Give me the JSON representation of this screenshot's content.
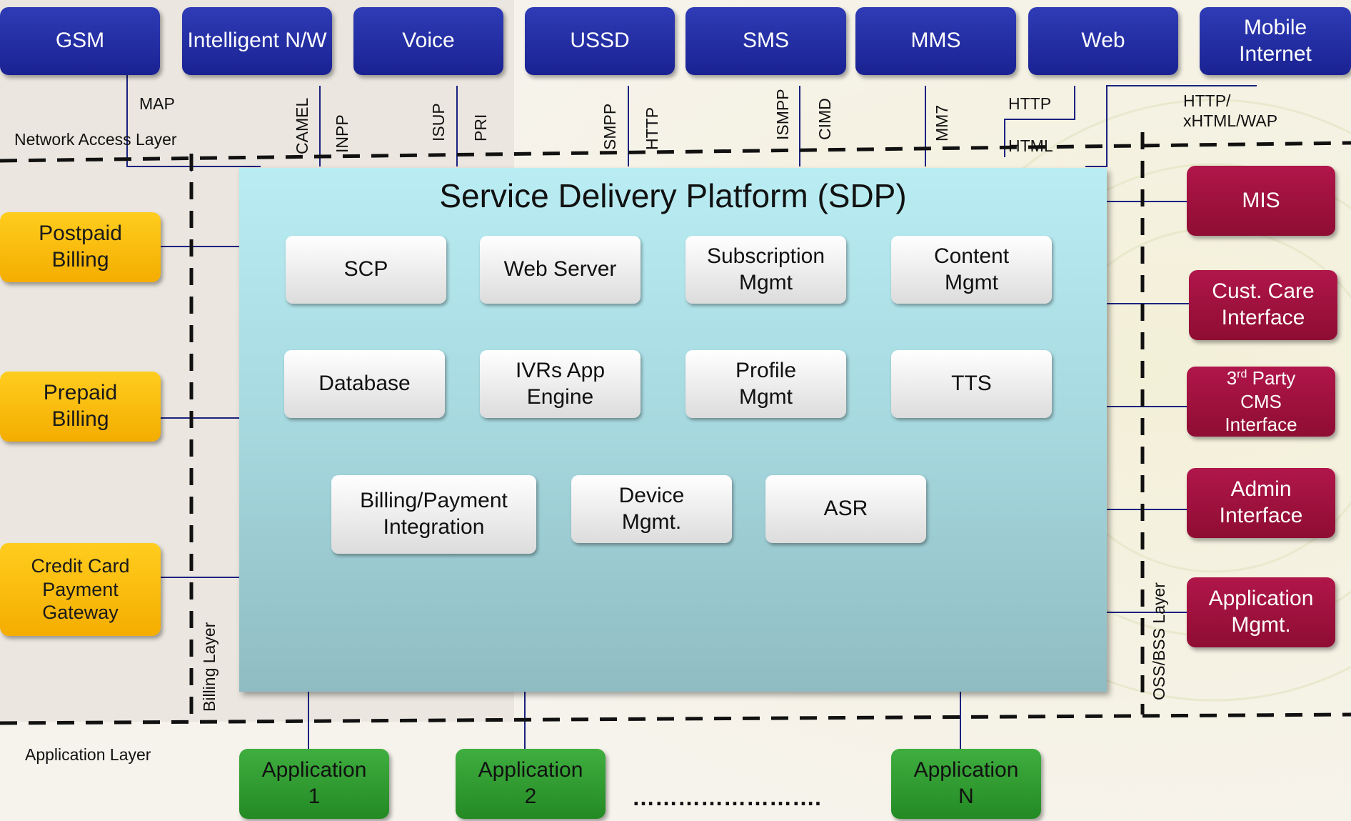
{
  "network_channels": [
    {
      "label": "GSM"
    },
    {
      "label": "Intelligent N/W"
    },
    {
      "label": "Voice"
    },
    {
      "label": "USSD"
    },
    {
      "label": "SMS"
    },
    {
      "label": "MMS"
    },
    {
      "label": "Web"
    },
    {
      "label": "Mobile Internet"
    }
  ],
  "protocols": [
    {
      "label": "MAP"
    },
    {
      "label": "CAMEL"
    },
    {
      "label": "INPP"
    },
    {
      "label": "ISUP"
    },
    {
      "label": "PRI"
    },
    {
      "label": "SMPP"
    },
    {
      "label": "HTTP"
    },
    {
      "label": "ISMPP"
    },
    {
      "label": "CIMD"
    },
    {
      "label": "MM7"
    },
    {
      "label": "HTTP"
    },
    {
      "label": "HTML"
    },
    {
      "label": "HTTP/"
    },
    {
      "label": "xHTML/WAP"
    }
  ],
  "layers": {
    "network_access": "Network Access Layer",
    "billing": "Billing Layer",
    "oss_bss": "OSS/BSS Layer",
    "application": "Application Layer"
  },
  "sdp": {
    "title": "Service Delivery Platform (SDP)",
    "modules": [
      {
        "label": "SCP"
      },
      {
        "label": "Web Server"
      },
      {
        "label": "Subscription Mgmt"
      },
      {
        "label": "Content Mgmt"
      },
      {
        "label": "Database"
      },
      {
        "label": "IVRs App Engine"
      },
      {
        "label": "Profile Mgmt"
      },
      {
        "label": "TTS"
      },
      {
        "label": "Billing/Payment Integration"
      },
      {
        "label": "Device Mgmt."
      },
      {
        "label": "ASR"
      }
    ]
  },
  "billing_systems": [
    {
      "label": "Postpaid Billing"
    },
    {
      "label": "Prepaid Billing"
    },
    {
      "label": "Credit Card Payment Gateway"
    }
  ],
  "oss_bss_systems": [
    {
      "label": "MIS"
    },
    {
      "label": "Cust. Care Interface"
    },
    {
      "label": "3rd Party CMS Interface",
      "sup": "rd",
      "line1_rest": " Party",
      "line2": "CMS",
      "line3": "Interface",
      "line1_num": "3"
    },
    {
      "label": "Admin Interface"
    },
    {
      "label": "Application Mgmt."
    }
  ],
  "applications": [
    {
      "label": "Application 1"
    },
    {
      "label": "Application 2"
    },
    {
      "label": "Application N"
    }
  ],
  "ellipsis": "…………………….",
  "colors": {
    "network": "#2229a0",
    "billing": "#ffc20e",
    "oss_bss": "#9e103d",
    "application": "#2e9b2e",
    "sdp": "#a6d8df"
  }
}
